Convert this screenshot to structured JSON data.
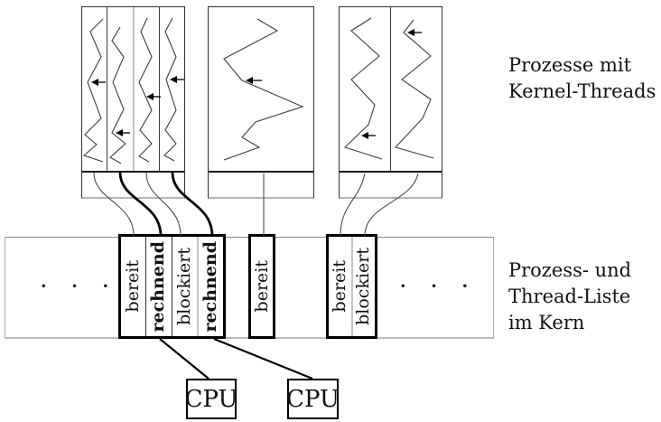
{
  "diagram": {
    "right_annotations": {
      "top_line1": "Prozesse mit",
      "top_line2": "Kernel-Threads",
      "bottom_line1": "Prozess- und",
      "bottom_line2": "Thread-Liste",
      "bottom_line3": "im Kern"
    },
    "kernel_list": {
      "left_ellipsis": "· · ·",
      "right_ellipsis": "· · ·",
      "groups": [
        {
          "cells": [
            {
              "label": "bereit",
              "bold": false
            },
            {
              "label": "rechnend",
              "bold": true
            },
            {
              "label": "blockiert",
              "bold": false
            },
            {
              "label": "rechnend",
              "bold": true
            }
          ]
        },
        {
          "cells": [
            {
              "label": "bereit",
              "bold": false
            }
          ]
        },
        {
          "cells": [
            {
              "label": "bereit",
              "bold": false
            },
            {
              "label": "blockiert",
              "bold": false
            }
          ]
        }
      ]
    },
    "cpus": [
      {
        "label": "CPU"
      },
      {
        "label": "CPU"
      }
    ],
    "icons": {
      "execution_arrow": "left-arrow"
    },
    "colors": {
      "ink": "#000000",
      "thin_line": "#454545",
      "light_divider": "#c4c4c4",
      "band_border": "#a8a8a8"
    }
  }
}
